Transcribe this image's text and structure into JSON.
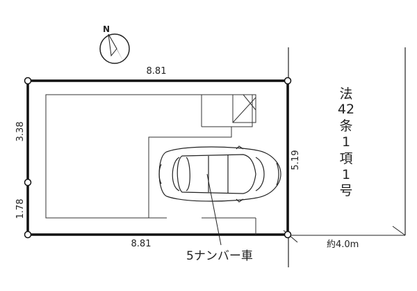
{
  "north_label": "N",
  "dimensions": {
    "top": "8.81",
    "bottom": "8.81",
    "left_upper": "3.38",
    "left_lower": "1.78",
    "right": "5.19",
    "road_width": "約4.0m"
  },
  "road_label": [
    "法",
    "42",
    "条",
    "1",
    "項",
    "1",
    "号"
  ],
  "car_label": "5ナンバー車"
}
